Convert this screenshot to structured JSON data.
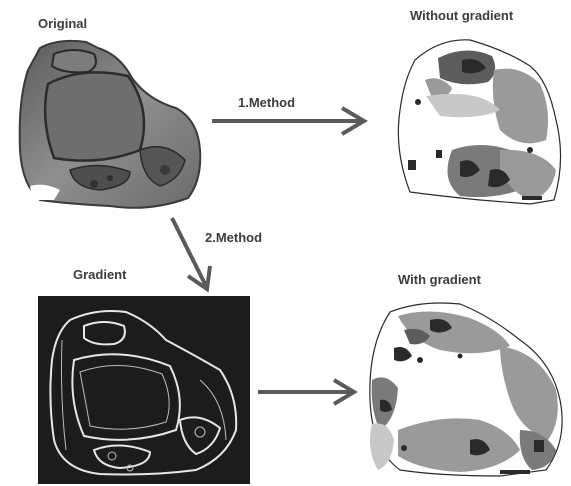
{
  "labels": {
    "original": "Original",
    "without_gradient": "Without gradient",
    "method_1": "1.Method",
    "method_2": "2.Method",
    "gradient": "Gradient",
    "with_gradient": "With gradient"
  },
  "colors": {
    "arrow": "#5a5a5a",
    "text": "#3c3c3c",
    "gradient_background": "#1c1c1c",
    "segment_light": "#c8c8c8",
    "segment_mid": "#9a9a9a",
    "segment_dark": "#5c5c5c",
    "segment_black": "#2a2a2a"
  }
}
